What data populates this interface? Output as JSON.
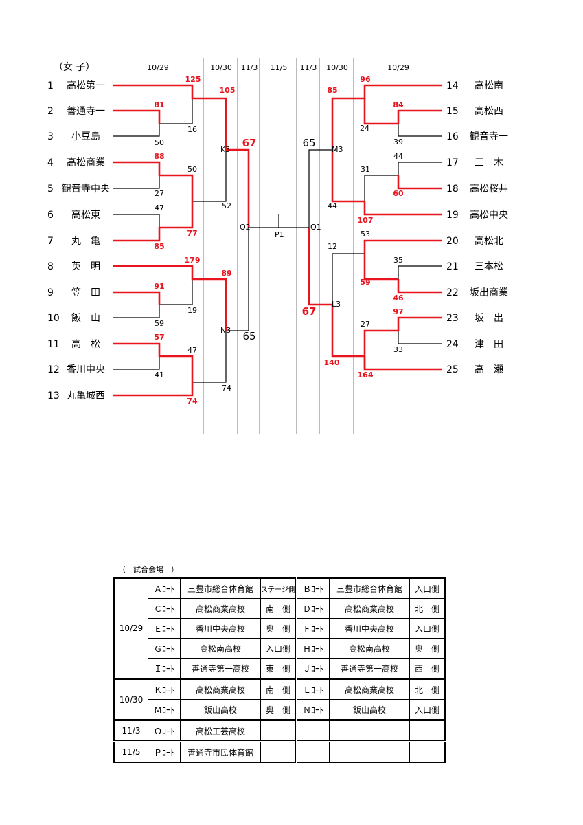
{
  "title": "（女 子）",
  "dates_left": [
    "10/29",
    "10/30",
    "11/3"
  ],
  "date_center": "11/5",
  "dates_right": [
    "11/3",
    "10/30",
    "10/29"
  ],
  "colors": {
    "winner": "#e8141e",
    "line": "#000000",
    "divider": "#7a7a7a"
  },
  "left_teams": [
    {
      "no": "1",
      "name": "高松第一"
    },
    {
      "no": "2",
      "name": "善通寺一"
    },
    {
      "no": "3",
      "name": "小豆島"
    },
    {
      "no": "4",
      "name": "高松商業"
    },
    {
      "no": "5",
      "name": "観音寺中央"
    },
    {
      "no": "6",
      "name": "高松東"
    },
    {
      "no": "7",
      "name": "丸　亀"
    },
    {
      "no": "8",
      "name": "英　明"
    },
    {
      "no": "9",
      "name": "笠　田"
    },
    {
      "no": "10",
      "name": "飯　山"
    },
    {
      "no": "11",
      "name": "高　松"
    },
    {
      "no": "12",
      "name": "香川中央"
    },
    {
      "no": "13",
      "name": "丸亀城西"
    }
  ],
  "right_teams": [
    {
      "no": "14",
      "name": "高松南"
    },
    {
      "no": "15",
      "name": "高松西"
    },
    {
      "no": "16",
      "name": "観音寺一"
    },
    {
      "no": "17",
      "name": "三　木"
    },
    {
      "no": "18",
      "name": "高松桜井"
    },
    {
      "no": "19",
      "name": "高松中央"
    },
    {
      "no": "20",
      "name": "高松北"
    },
    {
      "no": "21",
      "name": "三本松"
    },
    {
      "no": "22",
      "name": "坂出商業"
    },
    {
      "no": "23",
      "name": "坂　出"
    },
    {
      "no": "24",
      "name": "津　田"
    },
    {
      "no": "25",
      "name": "高　瀬"
    }
  ],
  "scores_left": [
    {
      "v": "125",
      "win": true
    },
    {
      "v": "105",
      "win": true
    },
    {
      "v": "81",
      "win": true
    },
    {
      "v": "16",
      "win": false
    },
    {
      "v": "50",
      "win": false
    },
    {
      "v": "88",
      "win": true
    },
    {
      "v": "50",
      "win": false
    },
    {
      "v": "27",
      "win": false
    },
    {
      "v": "52",
      "win": false
    },
    {
      "v": "47",
      "win": false
    },
    {
      "v": "77",
      "win": true
    },
    {
      "v": "85",
      "win": true
    },
    {
      "v": "179",
      "win": true
    },
    {
      "v": "89",
      "win": true
    },
    {
      "v": "91",
      "win": true
    },
    {
      "v": "19",
      "win": false
    },
    {
      "v": "59",
      "win": false
    },
    {
      "v": "57",
      "win": true
    },
    {
      "v": "47",
      "win": false
    },
    {
      "v": "41",
      "win": false
    },
    {
      "v": "74",
      "win": false
    },
    {
      "v": "74",
      "win": true
    },
    {
      "v": "67",
      "win": true
    },
    {
      "v": "65",
      "win": false
    }
  ],
  "scores_right": [
    {
      "v": "96",
      "win": true
    },
    {
      "v": "85",
      "win": true
    },
    {
      "v": "84",
      "win": true
    },
    {
      "v": "24",
      "win": false
    },
    {
      "v": "39",
      "win": false
    },
    {
      "v": "44",
      "win": false
    },
    {
      "v": "31",
      "win": false
    },
    {
      "v": "60",
      "win": true
    },
    {
      "v": "44",
      "win": false
    },
    {
      "v": "107",
      "win": true
    },
    {
      "v": "53",
      "win": false
    },
    {
      "v": "12",
      "win": false
    },
    {
      "v": "35",
      "win": false
    },
    {
      "v": "59",
      "win": true
    },
    {
      "v": "46",
      "win": true
    },
    {
      "v": "27",
      "win": false
    },
    {
      "v": "97",
      "win": true
    },
    {
      "v": "33",
      "win": false
    },
    {
      "v": "140",
      "win": true
    },
    {
      "v": "164",
      "win": true
    },
    {
      "v": "65",
      "win": false
    },
    {
      "v": "67",
      "win": true
    }
  ],
  "court_labels": [
    "K3",
    "N3",
    "M3",
    "L3",
    "O2",
    "O1",
    "P1"
  ],
  "venue_caption": "（　試合会場　）",
  "venue_rows": [
    {
      "date": "10/29",
      "left": [
        "Ａｺｰﾄ",
        "三豊市総合体育館",
        "ステージ側"
      ],
      "right": [
        "Ｂｺｰﾄ",
        "三豊市総合体育館",
        "入口側"
      ]
    },
    {
      "left": [
        "Ｃｺｰﾄ",
        "高松商業高校",
        "南　側"
      ],
      "right": [
        "Ｄｺｰﾄ",
        "高松商業高校",
        "北　側"
      ]
    },
    {
      "left": [
        "Ｅｺｰﾄ",
        "香川中央高校",
        "奥　側"
      ],
      "right": [
        "Ｆｺｰﾄ",
        "香川中央高校",
        "入口側"
      ]
    },
    {
      "left": [
        "Ｇｺｰﾄ",
        "高松南高校",
        "入口側"
      ],
      "right": [
        "Ｈｺｰﾄ",
        "高松南高校",
        "奥　側"
      ]
    },
    {
      "left": [
        "Ｉｺｰﾄ",
        "善通寺第一高校",
        "東　側"
      ],
      "right": [
        "Ｊｺｰﾄ",
        "善通寺第一高校",
        "西　側"
      ]
    },
    {
      "date": "10/30",
      "left": [
        "Ｋｺｰﾄ",
        "高松商業高校",
        "南　側"
      ],
      "right": [
        "Ｌｺｰﾄ",
        "高松商業高校",
        "北　側"
      ]
    },
    {
      "left": [
        "Ｍｺｰﾄ",
        "飯山高校",
        "奥　側"
      ],
      "right": [
        "Ｎｺｰﾄ",
        "飯山高校",
        "入口側"
      ]
    },
    {
      "date": "11/3",
      "left": [
        "Ｏｺｰﾄ",
        "高松工芸高校",
        ""
      ],
      "right": [
        "",
        "",
        ""
      ]
    },
    {
      "date": "11/5",
      "left": [
        "Ｐｺｰﾄ",
        "善通寺市民体育館",
        ""
      ],
      "right": [
        "",
        "",
        ""
      ]
    }
  ]
}
